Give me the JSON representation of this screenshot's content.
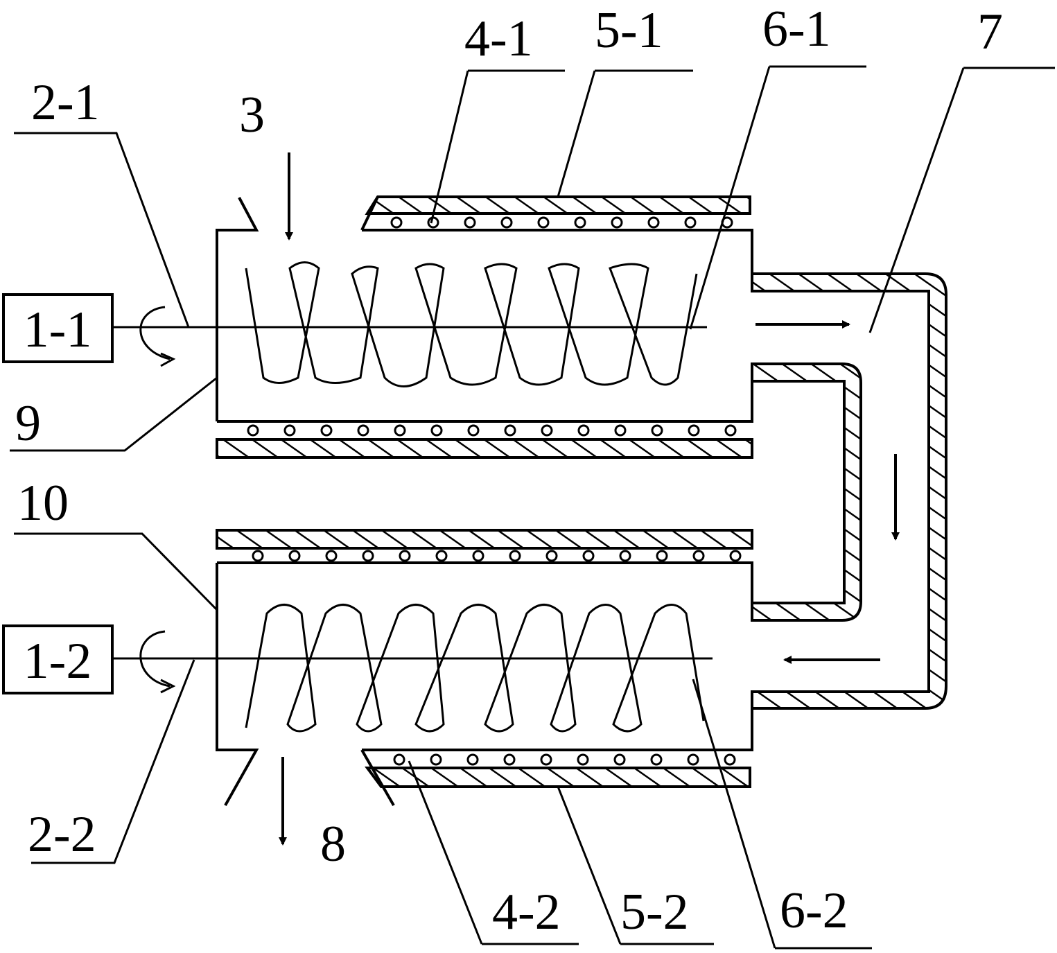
{
  "labels": {
    "motor_top": "1-1",
    "motor_bottom": "1-2",
    "shaft_top": "2-1",
    "shaft_bottom": "2-2",
    "feed_inlet": "3",
    "heater_top": "4-1",
    "heater_bottom": "4-2",
    "jacket_top": "5-1",
    "jacket_bottom": "5-2",
    "screw_top": "6-1",
    "screw_bottom": "6-2",
    "transfer_pipe": "7",
    "discharge_outlet": "8",
    "barrel_top": "9",
    "barrel_bottom": "10"
  },
  "colors": {
    "ink": "#000000",
    "paper": "#ffffff"
  }
}
